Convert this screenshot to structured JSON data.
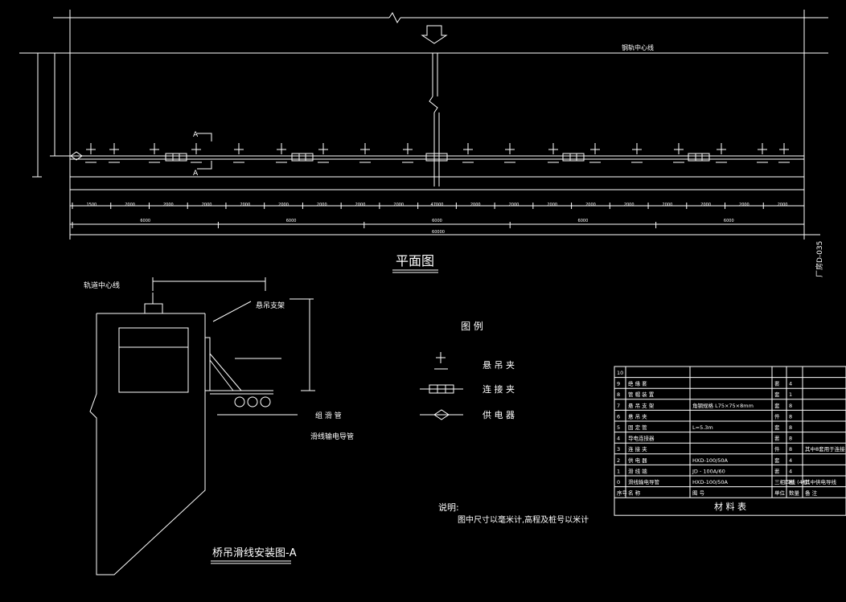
{
  "drawing": {
    "plan_title": "平面图",
    "track_centerline": "钢轨中心线",
    "drawing_number": "厂房D-035",
    "section_mark": "A",
    "plan_dim_top": [
      "1500",
      "2000",
      "2000",
      "2000",
      "2000",
      "2000",
      "2000",
      "2000",
      "2000",
      "47000",
      "2000",
      "2000",
      "2000",
      "2000",
      "2000",
      "2000",
      "2000",
      "2000",
      "2000"
    ],
    "plan_dim_bottom": [
      "6000",
      "6000",
      "6000",
      "6000",
      "6000"
    ],
    "plan_total": "60000",
    "legend": {
      "title": "图 例",
      "items": [
        {
          "label": "悬 吊 夹",
          "icon": "hanger-clamp-icon"
        },
        {
          "label": "连 接 夹",
          "icon": "connector-clamp-icon"
        },
        {
          "label": "供 电 器",
          "icon": "power-feeder-icon"
        }
      ]
    },
    "notes": {
      "heading": "说明:",
      "line1": "图中尺寸以毫米计,高程及桩号以米计"
    },
    "section": {
      "title": "桥吊滑线安装图-A",
      "labels": [
        "轨道中心线",
        "悬吊支架",
        "组 滑 管",
        "滑线输电导管"
      ]
    },
    "material_table": {
      "title": "材 料 表",
      "header": [
        "序号",
        "名 称",
        "图 号",
        "单位",
        "数量",
        "备 注"
      ],
      "rows": [
        [
          "10",
          "",
          "",
          "",
          "",
          ""
        ],
        [
          "9",
          "绝 缘 套",
          "",
          "套",
          "4",
          ""
        ],
        [
          "8",
          "管 帽 装 置",
          "",
          "套",
          "1",
          ""
        ],
        [
          "7",
          "悬 吊 支 架",
          "角钢规格 L75×75×8mm",
          "套",
          "8",
          ""
        ],
        [
          "6",
          "悬 吊 夹",
          "",
          "件",
          "8",
          ""
        ],
        [
          "5",
          "固 定 管",
          "L=5.3m",
          "套",
          "8",
          ""
        ],
        [
          "4",
          "导电连接器",
          "",
          "套",
          "8",
          ""
        ],
        [
          "3",
          "连 接 夹",
          "",
          "件",
          "8",
          "其中8套用于连接"
        ],
        [
          "2",
          "供 电 器",
          "HXD-100/50A",
          "套",
          "4",
          ""
        ],
        [
          "1",
          "滑 线 端",
          "JD - 100A/60",
          "套",
          "4",
          ""
        ],
        [
          "0",
          "滑线输电导管",
          "HXD-100/50A",
          "三相四线 (4根)",
          "根",
          "其中供电导线"
        ]
      ]
    }
  }
}
